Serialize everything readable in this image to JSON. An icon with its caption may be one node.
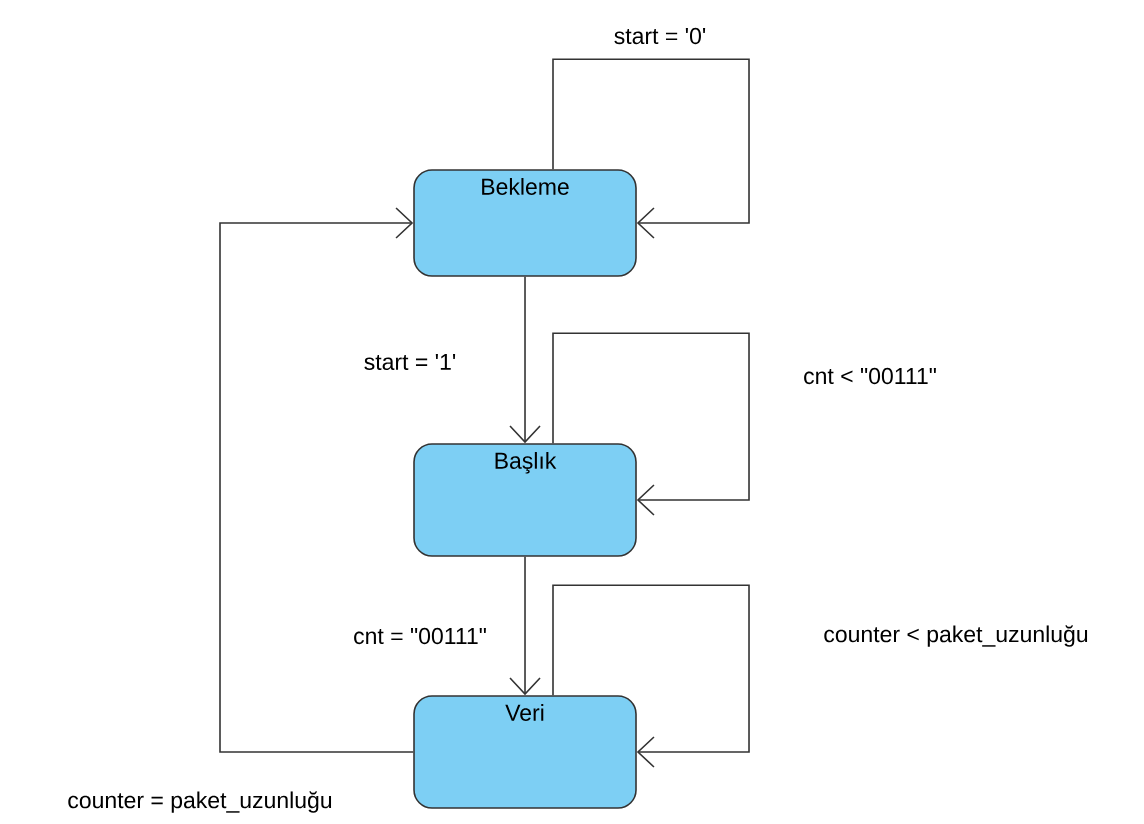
{
  "diagram": {
    "nodes": [
      {
        "text": [
          "Bekleme"
        ]
      },
      {
        "text": [
          "Başlık"
        ]
      },
      {
        "text": [
          "Veri"
        ]
      }
    ],
    "edges": [
      {
        "from": 0,
        "to": 0,
        "arrow": "to",
        "label": "start = '0'"
      },
      {
        "from": 0,
        "to": 1,
        "arrow": "to",
        "label": "start = '1'"
      },
      {
        "from": 1,
        "to": 1,
        "arrow": "to",
        "label": "cnt < \"00111\""
      },
      {
        "from": 1,
        "to": 2,
        "arrow": "to",
        "label": "cnt = \"00111\""
      },
      {
        "from": 2,
        "to": 2,
        "arrow": "to",
        "label": "counter < paket_uzunluğu"
      },
      {
        "from": 2,
        "to": 0,
        "arrow": "to",
        "label": "counter = paket_uzunluğu"
      }
    ]
  }
}
